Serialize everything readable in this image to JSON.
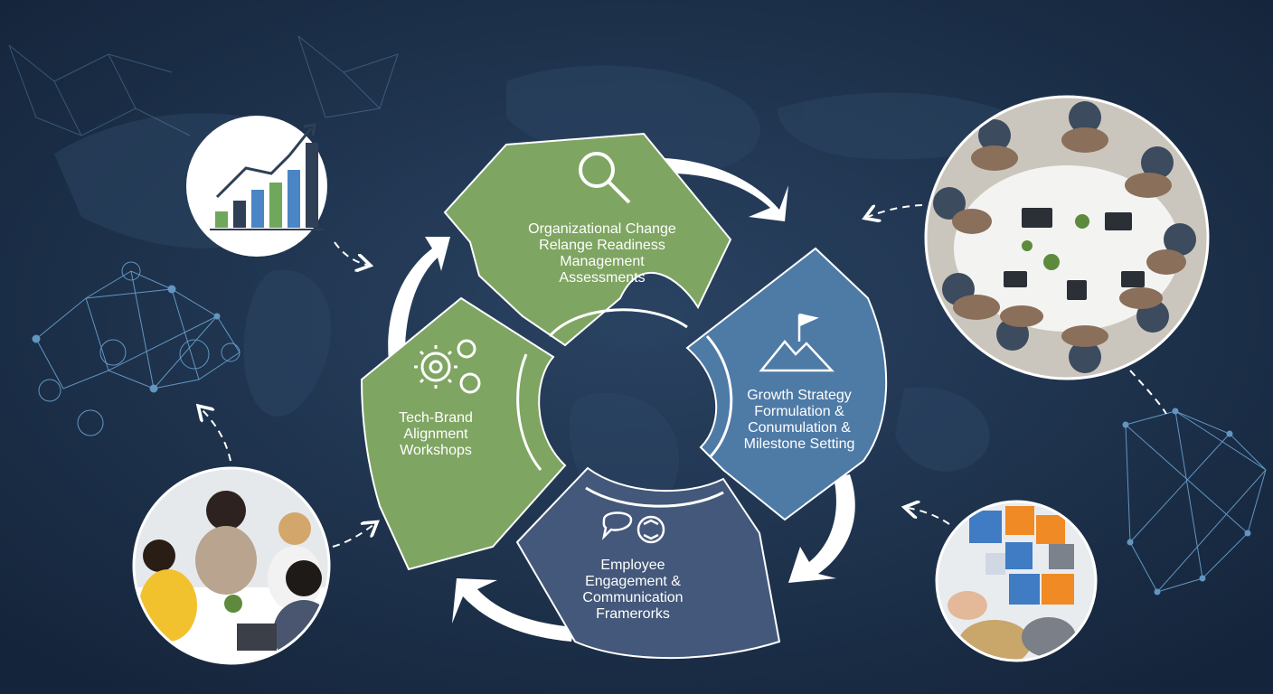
{
  "segments": [
    {
      "id": "assessments",
      "icon": "magnifier-icon",
      "color": "#7fa562",
      "lines": [
        "Organizational Change",
        "Relange Readiness",
        "Management",
        "Assessments"
      ]
    },
    {
      "id": "growth",
      "icon": "mountain-flag-icon",
      "color": "#4e7aa6",
      "lines": [
        "Growth Strategy",
        "Formulation &",
        "Conumulation &",
        "Milestone Setting"
      ]
    },
    {
      "id": "engagement",
      "icon": "chat-cycle-icon",
      "color": "#43587a",
      "lines": [
        "Employee",
        "Engagement &",
        "Communication",
        "Framerorks"
      ]
    },
    {
      "id": "workshops",
      "icon": "gears-icon",
      "color": "#7fa562",
      "lines": [
        "Tech-Brand",
        "Alignment",
        "Workshops"
      ]
    }
  ],
  "corner_circles": [
    {
      "name": "growth-chart-photo",
      "icon": "bar-chart-icon"
    },
    {
      "name": "team-table-photo",
      "icon": "people-table-icon"
    },
    {
      "name": "team-meeting-photo",
      "icon": "people-meeting-icon"
    },
    {
      "name": "puzzle-photo",
      "icon": "puzzle-icon"
    }
  ],
  "colors": {
    "background": "#1b2d44",
    "green": "#7fa562",
    "blue": "#4e7aa6",
    "slate": "#43587a",
    "arrow": "#ffffff",
    "network": "#6fa8d6"
  }
}
